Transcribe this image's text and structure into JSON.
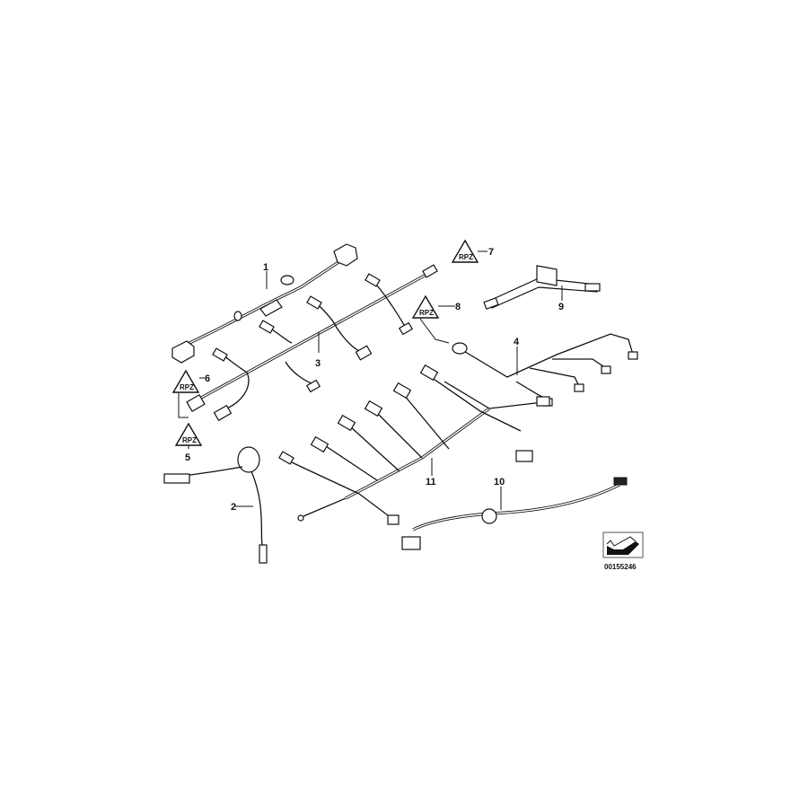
{
  "diagram": {
    "part_labels": [
      "1",
      "2",
      "3",
      "4",
      "5",
      "6",
      "7",
      "8",
      "9",
      "10",
      "11"
    ],
    "diagram_number": "00155246",
    "warning_symbol_text": "RPZ"
  }
}
